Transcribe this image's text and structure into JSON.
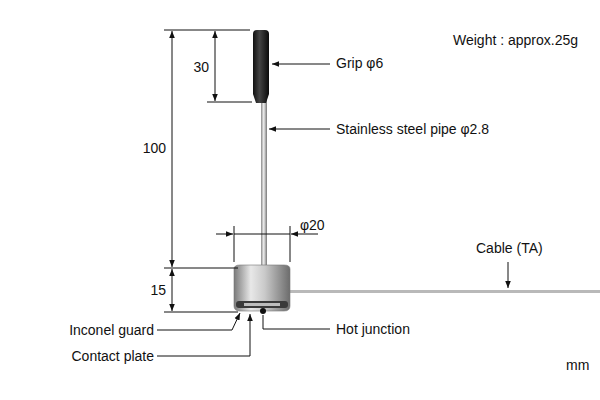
{
  "diagram": {
    "labels": [
      "Weight : approx.25g",
      "30",
      "Grip φ6",
      "Stainless steel pipe φ2.8",
      "100",
      "φ20",
      "Cable (TA)",
      "15",
      "Inconel guard",
      "Hot junction",
      "Contact plate",
      "mm"
    ]
  }
}
